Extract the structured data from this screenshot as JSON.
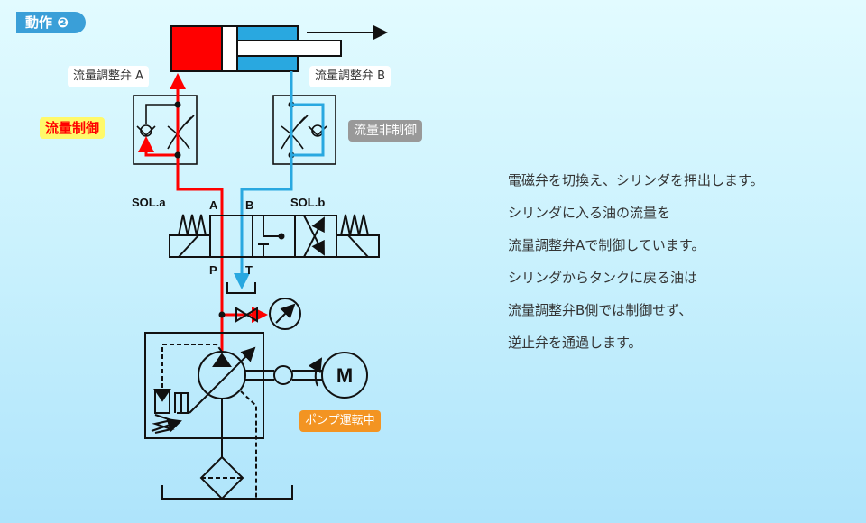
{
  "header": {
    "badge": "動作 ❷"
  },
  "labels": {
    "valve_a": "流量調整弁 A",
    "valve_b": "流量調整弁 B",
    "flow_control": "流量制御",
    "flow_uncontrolled": "流量非制御",
    "pump_running": "ポンプ運転中"
  },
  "ports": {
    "sol_a": "SOL.a",
    "sol_b": "SOL.b",
    "a": "A",
    "b": "B",
    "p": "P",
    "t": "T",
    "motor": "M"
  },
  "colors": {
    "pressure": "#ff0000",
    "return": "#29a8e0",
    "badge": "#3a9fd8",
    "pump_tag": "#f39422",
    "flow_tag": "#fff96a",
    "uncontrolled_tag": "#999999"
  },
  "description": [
    "電磁弁を切換え、シリンダを押出します。",
    "シリンダに入る油の流量を",
    "流量調整弁Aで制御しています。",
    "シリンダからタンクに戻る油は",
    "流量調整弁B側では制御せず、",
    "逆止弁を通過します。"
  ]
}
